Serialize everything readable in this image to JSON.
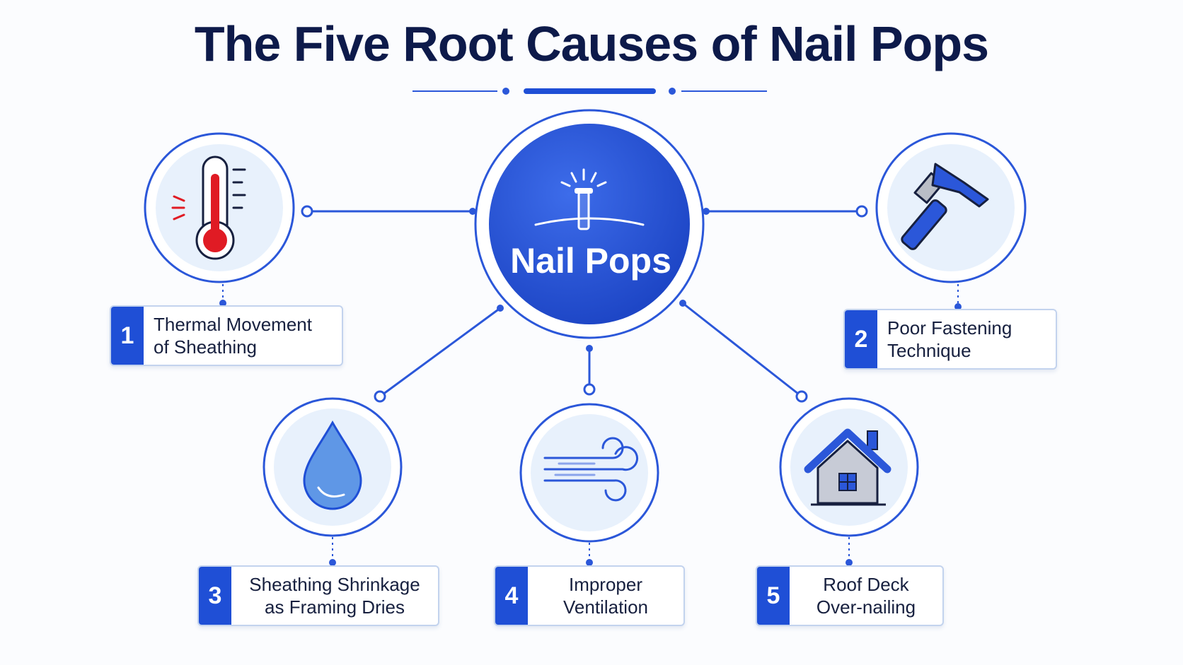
{
  "title": "The Five Root Causes of Nail Pops",
  "hub": {
    "label": "Nail Pops",
    "icon": "popping-nail-icon"
  },
  "causes": [
    {
      "number": "1",
      "line1": "Thermal Movement",
      "line2": "of Sheathing",
      "icon": "thermometer-icon"
    },
    {
      "number": "2",
      "line1": "Poor Fastening",
      "line2": "Technique",
      "icon": "hammer-icon"
    },
    {
      "number": "3",
      "line1": "Sheathing Shrinkage",
      "line2": "as Framing Dries",
      "icon": "water-drop-icon"
    },
    {
      "number": "4",
      "line1": "Improper",
      "line2": "Ventilation",
      "icon": "wind-icon"
    },
    {
      "number": "5",
      "line1": "Roof Deck",
      "line2": "Over-nailing",
      "icon": "house-icon"
    }
  ],
  "colors": {
    "primary": "#1f4fd6",
    "ring": "#2b57d9",
    "circle_fill": "#e8f1fc",
    "title": "#0d1a4a",
    "thermometer_red": "#e01b24"
  }
}
